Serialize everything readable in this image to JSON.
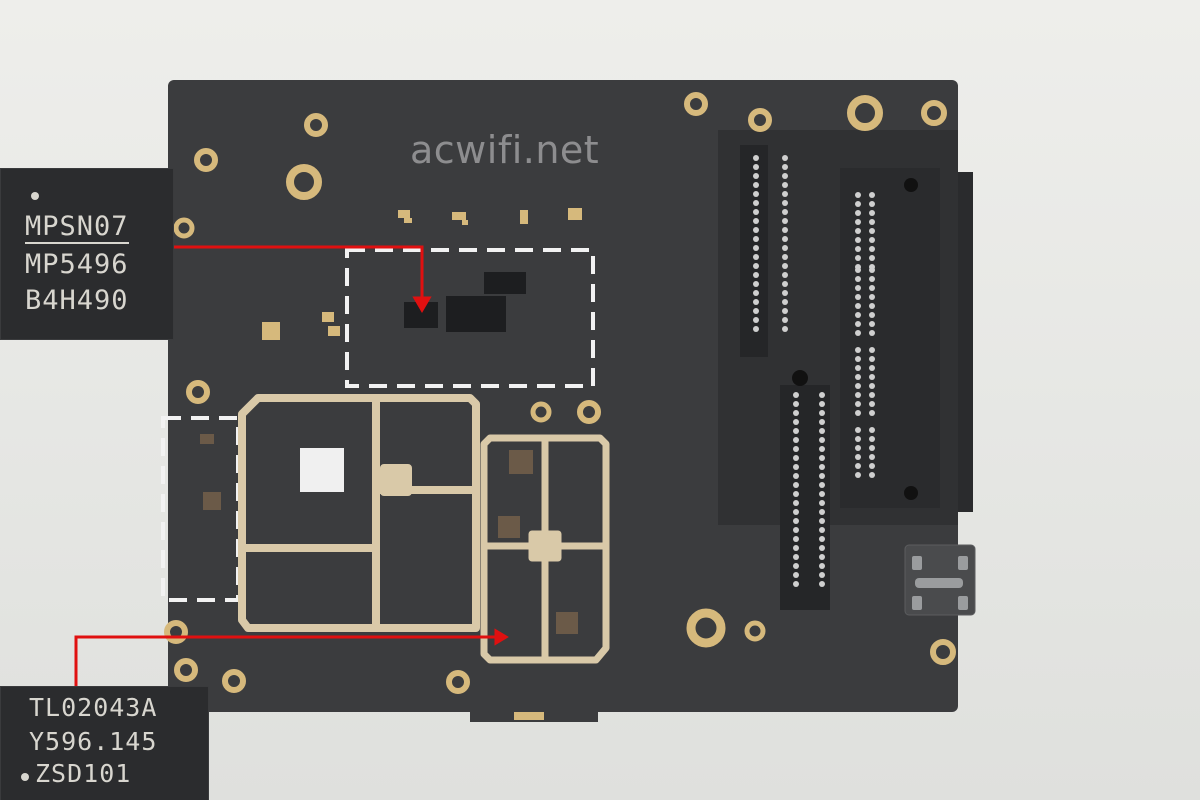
{
  "watermark": "acwifi.net",
  "callouts": [
    {
      "lines": [
        "MPSN07",
        "MP5496",
        "B4H490"
      ]
    },
    {
      "lines": [
        "TL02043A",
        "Y596.145",
        "ZSD101"
      ]
    }
  ],
  "colors": {
    "pcb": "#3a3b3d",
    "shield": "#d9c9a8",
    "pad": "#d6b97c",
    "arrow": "#e01010",
    "background": "#e9e9e6"
  }
}
